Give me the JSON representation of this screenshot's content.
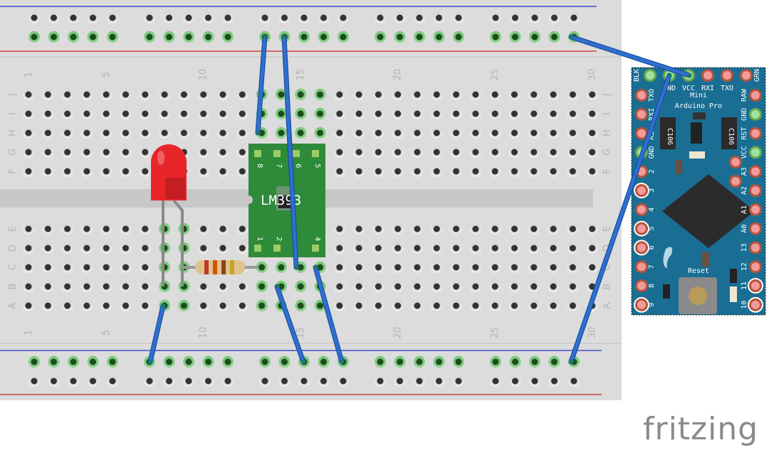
{
  "breadboard": {
    "column_labels": [
      "1",
      "5",
      "10",
      "15",
      "20",
      "25",
      "30"
    ],
    "row_labels_top": [
      "J",
      "I",
      "H",
      "G",
      "F"
    ],
    "row_labels_bottom": [
      "E",
      "D",
      "C",
      "B",
      "A"
    ]
  },
  "components": {
    "led": {
      "color": "#e8262a"
    },
    "resistor": {
      "bands": [
        "#c0392b",
        "#d35400",
        "#8b4513",
        "#c9a227"
      ]
    },
    "chip": {
      "label": "LM393",
      "pins_top": [
        "8",
        "7",
        "6",
        "5"
      ],
      "pins_bottom": [
        "1",
        "2",
        "4"
      ]
    },
    "arduino": {
      "title_line1": "Mini",
      "title_line2": "Arduino Pro",
      "reset_label": "Reset",
      "cap_label": "C106",
      "top_pins": [
        "BLK",
        "GND",
        "VCC",
        "RXI",
        "TXO",
        "GRN"
      ],
      "left_pins": [
        "TXO",
        "RXI",
        "RST",
        "GND",
        "2",
        "3",
        "4",
        "5",
        "6",
        "7",
        "8",
        "9"
      ],
      "right_pins": [
        "RAW",
        "GND",
        "RST",
        "VCC",
        "A3",
        "A2",
        "A1",
        "A0",
        "13",
        "12",
        "11",
        "10"
      ]
    }
  },
  "wire_color": "#2f6fd0",
  "logo": "fritzing"
}
